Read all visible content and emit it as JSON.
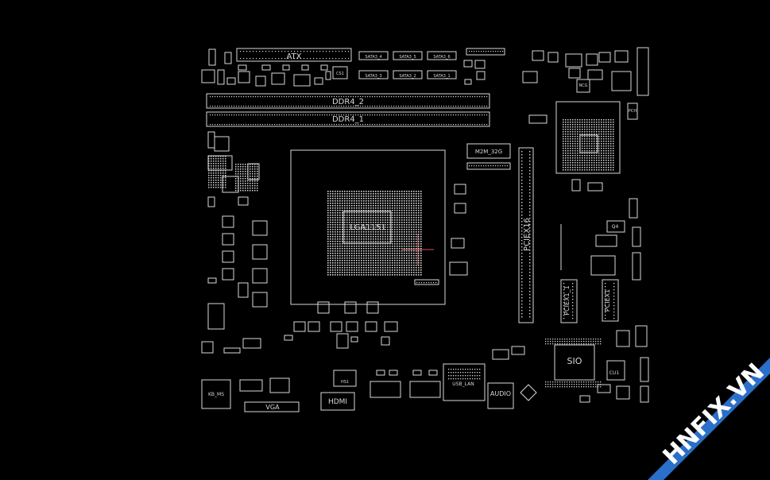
{
  "board": {
    "colors": {
      "background": "#000000",
      "trace": "#d8d8d8",
      "cross": "#e05050",
      "watermark_bg": "#2a6fc9",
      "watermark_text": "#ffffff"
    },
    "labels": {
      "atx": "ATX",
      "sata_top": [
        "SATA3_4",
        "SATA3_5",
        "SATA3_6"
      ],
      "sata_bottom": [
        "SATA3_3",
        "SATA3_2",
        "SATA3_1"
      ],
      "ddr4_2": "DDR4_2",
      "ddr4_1": "DDR4_1",
      "cpu": "LGA1151",
      "m2": "M2M_32G",
      "pciex16": "PCIEX16",
      "pciex1_1": "PCIEX1_1",
      "pciex1_2": "PCIEX1",
      "sio": "SIO",
      "q4": "Q4",
      "cu1": "CU1",
      "kb_ms": "KB_MS",
      "vga": "VGA",
      "hdmi": "HDMI",
      "usb_lan": "USB_LAN",
      "audio": "AUDIO",
      "hs1": "HS1",
      "cs1": "CS1",
      "ncg": "NCG",
      "pch": "PCH"
    },
    "watermark": "HNFIX.VN"
  }
}
